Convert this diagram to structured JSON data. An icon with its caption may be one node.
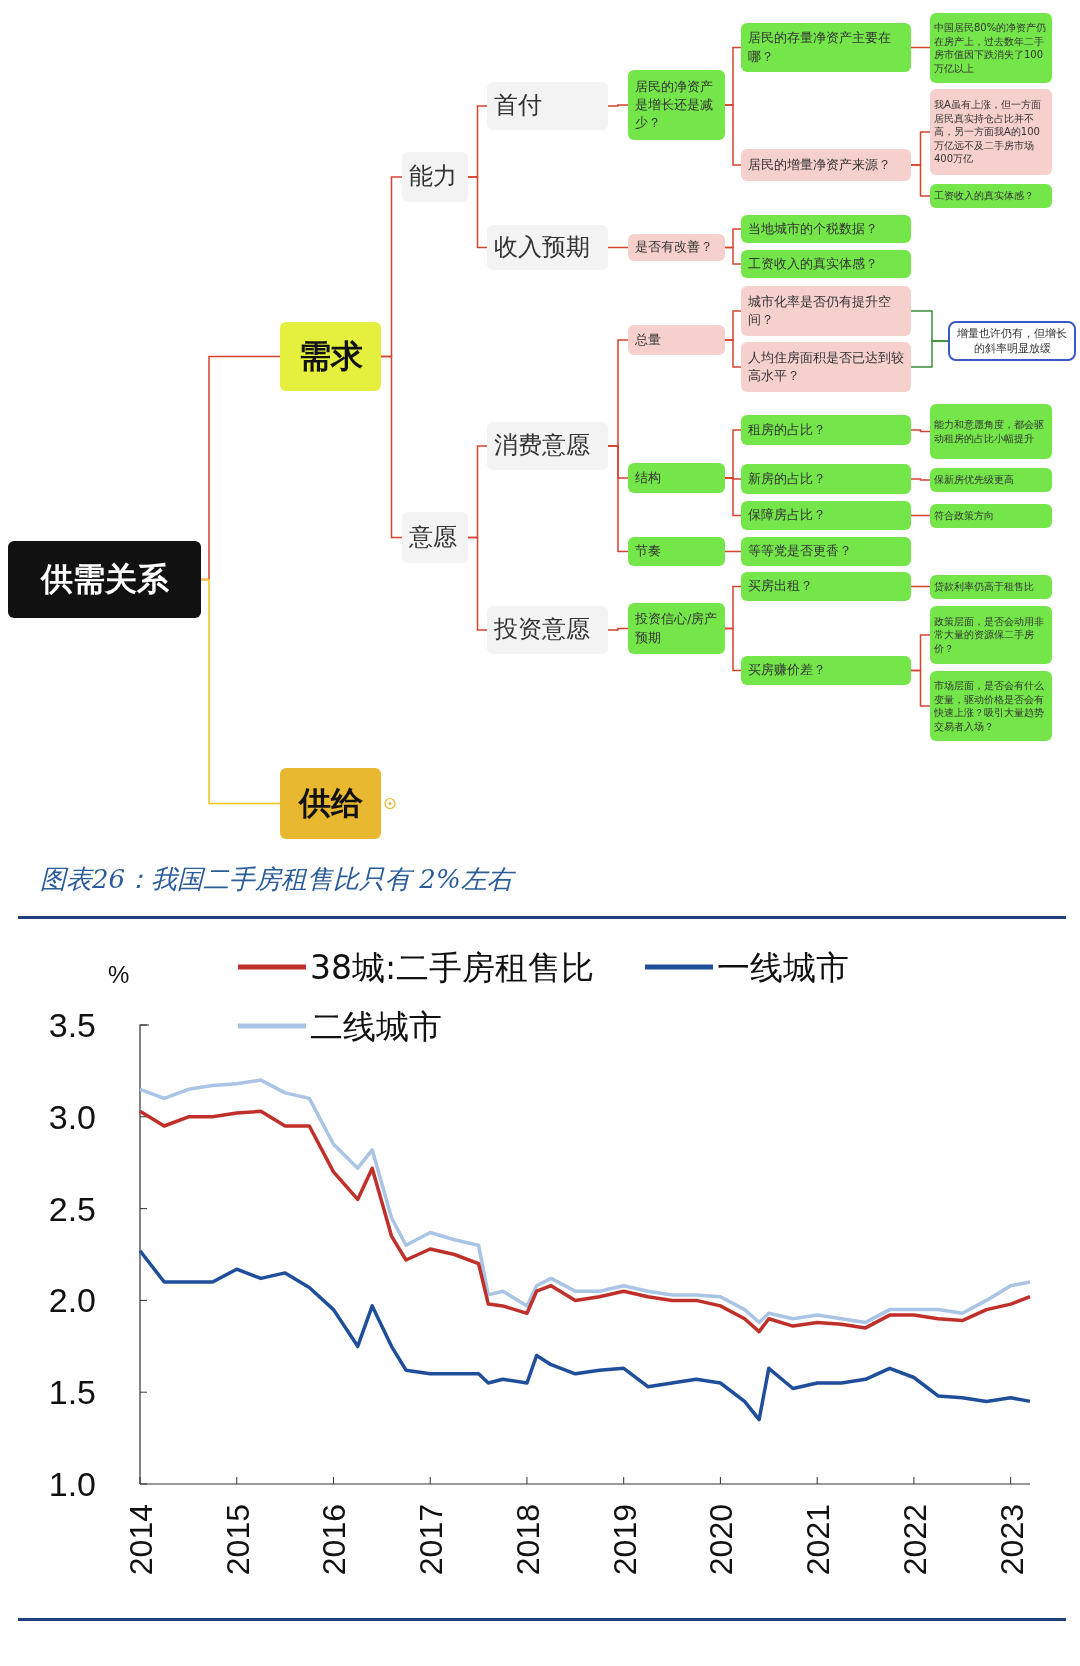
{
  "diagram": {
    "nodes": [
      {
        "text": [
          "供需关系"
        ]
      },
      {
        "text": [
          "需求"
        ]
      },
      {
        "text": [
          "能力"
        ]
      },
      {
        "text": [
          "首付"
        ]
      },
      {
        "text": [
          "居民的净资产是增长还是减少？"
        ]
      },
      {
        "text": [
          "居民的存量净资产主要在哪？"
        ]
      },
      {
        "text": [
          "中国居民80%的净资产仍在房产上，过去数年二手房市值因下跌消失了100万亿以上"
        ]
      },
      {
        "text": [
          "居民的增量净资产来源？"
        ]
      },
      {
        "text": [
          "我A虽有上涨，但一方面居民真实持仓占比并不高，另一方面我A的100万亿远不及二手房市场400万亿"
        ]
      },
      {
        "text": [
          "工资收入的真实体感？"
        ]
      },
      {
        "text": [
          "收入预期"
        ]
      },
      {
        "text": [
          "是否有改善？"
        ]
      },
      {
        "text": [
          "当地城市的个税数据？"
        ]
      },
      {
        "text": [
          "工资收入的真实体感？"
        ]
      },
      {
        "text": [
          "意愿"
        ]
      },
      {
        "text": [
          "消费意愿"
        ]
      },
      {
        "text": [
          "总量"
        ]
      },
      {
        "text": [
          "城市化率是否仍有提升空间？"
        ]
      },
      {
        "text": [
          "人均住房面积是否已达到较高水平？"
        ]
      },
      {
        "text": [
          "增量也许仍有，但增长的斜率明显放缓"
        ]
      },
      {
        "text": [
          "结构"
        ]
      },
      {
        "text": [
          "租房的占比？"
        ]
      },
      {
        "text": [
          "能力和意愿角度，都会驱动租房的占比小幅提升"
        ]
      },
      {
        "text": [
          "新房的占比？"
        ]
      },
      {
        "text": [
          "保新房优先级更高"
        ]
      },
      {
        "text": [
          "保障房占比？"
        ]
      },
      {
        "text": [
          "符合政策方向"
        ]
      },
      {
        "text": [
          "节奏"
        ]
      },
      {
        "text": [
          "等等党是否更香？"
        ]
      },
      {
        "text": [
          "投资意愿"
        ]
      },
      {
        "text": [
          "投资信心/房产预期"
        ]
      },
      {
        "text": [
          "买房出租？"
        ]
      },
      {
        "text": [
          "贷款利率仍高于租售比"
        ]
      },
      {
        "text": [
          "买房赚价差？"
        ]
      },
      {
        "text": [
          "政策层面，是否会动用非常大量的资源保二手房价？"
        ]
      },
      {
        "text": [
          "市场层面，是否会有什么变量，驱动价格是否会有快速上涨？吸引大量趋势交易者入场？"
        ]
      },
      {
        "text": [
          "供给"
        ]
      }
    ],
    "edges": [
      {
        "from": 0,
        "to": 1,
        "arrow": "none"
      },
      {
        "from": 1,
        "to": 2,
        "arrow": "none"
      },
      {
        "from": 2,
        "to": 3,
        "arrow": "none"
      },
      {
        "from": 3,
        "to": 4,
        "arrow": "none"
      },
      {
        "from": 4,
        "to": 5,
        "arrow": "none"
      },
      {
        "from": 5,
        "to": 6,
        "arrow": "none"
      },
      {
        "from": 4,
        "to": 7,
        "arrow": "none"
      },
      {
        "from": 7,
        "to": 8,
        "arrow": "none"
      },
      {
        "from": 7,
        "to": 9,
        "arrow": "none"
      },
      {
        "from": 2,
        "to": 10,
        "arrow": "none"
      },
      {
        "from": 10,
        "to": 11,
        "arrow": "none"
      },
      {
        "from": 11,
        "to": 12,
        "arrow": "none"
      },
      {
        "from": 11,
        "to": 13,
        "arrow": "none"
      },
      {
        "from": 1,
        "to": 14,
        "arrow": "none"
      },
      {
        "from": 14,
        "to": 15,
        "arrow": "none"
      },
      {
        "from": 15,
        "to": 16,
        "arrow": "none"
      },
      {
        "from": 16,
        "to": 17,
        "arrow": "none"
      },
      {
        "from": 16,
        "to": 18,
        "arrow": "none"
      },
      {
        "from": 17,
        "to": 19,
        "arrow": "none",
        "color": "#3a8f3a"
      },
      {
        "from": 18,
        "to": 19,
        "arrow": "none",
        "color": "#3a8f3a"
      },
      {
        "from": 15,
        "to": 20,
        "arrow": "none"
      },
      {
        "from": 20,
        "to": 21,
        "arrow": "none"
      },
      {
        "from": 21,
        "to": 22,
        "arrow": "none"
      },
      {
        "from": 20,
        "to": 23,
        "arrow": "none"
      },
      {
        "from": 23,
        "to": 24,
        "arrow": "none"
      },
      {
        "from": 20,
        "to": 25,
        "arrow": "none"
      },
      {
        "from": 25,
        "to": 26,
        "arrow": "none"
      },
      {
        "from": 15,
        "to": 27,
        "arrow": "none"
      },
      {
        "from": 27,
        "to": 28,
        "arrow": "none"
      },
      {
        "from": 14,
        "to": 29,
        "arrow": "none"
      },
      {
        "from": 29,
        "to": 30,
        "arrow": "none"
      },
      {
        "from": 30,
        "to": 31,
        "arrow": "none"
      },
      {
        "from": 31,
        "to": 32,
        "arrow": "none"
      },
      {
        "from": 30,
        "to": 33,
        "arrow": "none"
      },
      {
        "from": 33,
        "to": 34,
        "arrow": "none"
      },
      {
        "from": 33,
        "to": 35,
        "arrow": "none"
      },
      {
        "from": 0,
        "to": 36,
        "arrow": "none",
        "color": "#f0c419"
      }
    ],
    "chart_data": {
      "type": "line",
      "title": "图表26：我国二手房租售比只有 2%左右",
      "ylabel": "%",
      "x": [
        2014,
        2014.25,
        2014.5,
        2014.75,
        2015,
        2015.25,
        2015.5,
        2015.75,
        2016,
        2016.25,
        2016.4,
        2016.6,
        2016.75,
        2017,
        2017.25,
        2017.5,
        2017.6,
        2017.75,
        2018,
        2018.1,
        2018.25,
        2018.5,
        2018.75,
        2019,
        2019.25,
        2019.5,
        2019.75,
        2020,
        2020.25,
        2020.4,
        2020.5,
        2020.75,
        2021,
        2021.25,
        2021.5,
        2021.75,
        2022,
        2022.25,
        2022.5,
        2022.75,
        2023,
        2023.2
      ],
      "series": [
        {
          "name": "38城:二手房租售比",
          "color": "#c0302a",
          "values": [
            3.03,
            2.95,
            3.0,
            3.0,
            3.02,
            3.03,
            2.95,
            2.95,
            2.7,
            2.55,
            2.72,
            2.35,
            2.22,
            2.28,
            2.25,
            2.2,
            1.98,
            1.97,
            1.93,
            2.05,
            2.08,
            2.0,
            2.02,
            2.05,
            2.02,
            2.0,
            2.0,
            1.97,
            1.9,
            1.83,
            1.9,
            1.86,
            1.88,
            1.87,
            1.85,
            1.92,
            1.92,
            1.9,
            1.89,
            1.95,
            1.98,
            2.02
          ]
        },
        {
          "name": "一线城市",
          "color": "#1f4e9a",
          "values": [
            2.27,
            2.1,
            2.1,
            2.1,
            2.17,
            2.12,
            2.15,
            2.07,
            1.95,
            1.75,
            1.97,
            1.75,
            1.62,
            1.6,
            1.6,
            1.6,
            1.55,
            1.57,
            1.55,
            1.7,
            1.65,
            1.6,
            1.62,
            1.63,
            1.53,
            1.55,
            1.57,
            1.55,
            1.45,
            1.35,
            1.63,
            1.52,
            1.55,
            1.55,
            1.57,
            1.63,
            1.58,
            1.48,
            1.47,
            1.45,
            1.47,
            1.45
          ]
        },
        {
          "name": "二线城市",
          "color": "#a9c4e4",
          "values": [
            3.15,
            3.1,
            3.15,
            3.17,
            3.18,
            3.2,
            3.13,
            3.1,
            2.85,
            2.72,
            2.82,
            2.45,
            2.3,
            2.37,
            2.33,
            2.3,
            2.03,
            2.05,
            1.97,
            2.08,
            2.12,
            2.05,
            2.05,
            2.08,
            2.05,
            2.03,
            2.03,
            2.02,
            1.95,
            1.88,
            1.93,
            1.9,
            1.92,
            1.9,
            1.88,
            1.95,
            1.95,
            1.95,
            1.93,
            2.0,
            2.08,
            2.1
          ]
        }
      ],
      "legend": "top",
      "xlim": [
        2014,
        2023.2
      ],
      "ylim": [
        1.0,
        3.5
      ],
      "xticks": [
        2014,
        2015,
        2016,
        2017,
        2018,
        2019,
        2020,
        2021,
        2022,
        2023
      ],
      "yticks": [
        {
          "value": 1.0,
          "label": "1.0"
        },
        {
          "value": 1.5,
          "label": "1.5"
        },
        {
          "value": 2.0,
          "label": "2.0"
        },
        {
          "value": 2.5,
          "label": "2.5"
        },
        {
          "value": 3.0,
          "label": "3.0"
        },
        {
          "value": 3.5,
          "label": "3.5"
        }
      ]
    }
  }
}
